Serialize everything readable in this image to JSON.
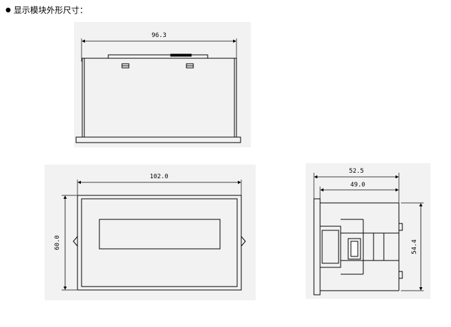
{
  "heading": {
    "bullet": "●",
    "text": "显示模块外形尺寸："
  },
  "top_view": {
    "width_label": "96.3"
  },
  "front_view": {
    "width_label": "102.0",
    "height_label": "60.0"
  },
  "side_view": {
    "outer_depth_label": "52.5",
    "inner_depth_label": "49.0",
    "height_label": "54.4"
  }
}
